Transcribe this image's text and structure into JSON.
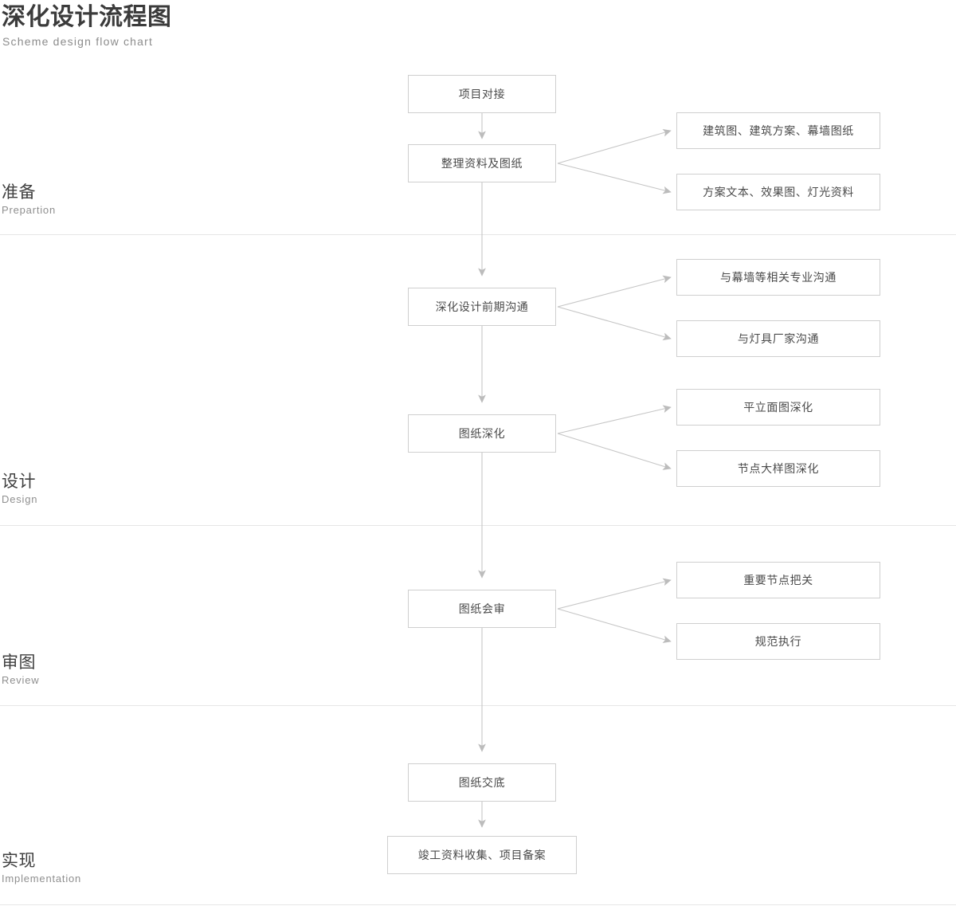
{
  "header": {
    "title": "深化设计流程图",
    "subtitle": "Scheme design flow chart"
  },
  "stages": [
    {
      "zh": "准备",
      "en": "Prepartion"
    },
    {
      "zh": "设计",
      "en": "Design"
    },
    {
      "zh": "审图",
      "en": "Review"
    },
    {
      "zh": "实现",
      "en": "Implementation"
    }
  ],
  "main_nodes": [
    {
      "label": "项目对接"
    },
    {
      "label": "整理资料及图纸"
    },
    {
      "label": "深化设计前期沟通"
    },
    {
      "label": "图纸深化"
    },
    {
      "label": "图纸会审"
    },
    {
      "label": "图纸交底"
    },
    {
      "label": "竣工资料收集、项目备案"
    }
  ],
  "branch_nodes": [
    {
      "label": "建筑图、建筑方案、幕墙图纸"
    },
    {
      "label": "方案文本、效果图、灯光资料"
    },
    {
      "label": "与幕墙等相关专业沟通"
    },
    {
      "label": "与灯具厂家沟通"
    },
    {
      "label": "平立面图深化"
    },
    {
      "label": "节点大样图深化"
    },
    {
      "label": "重要节点把关"
    },
    {
      "label": "规范执行"
    }
  ],
  "colors": {
    "box_border": "#cfcfcf",
    "connector": "#c6c6c6",
    "divider": "#e6e6e6",
    "text_primary": "#3b3b3b",
    "text_secondary": "#8c8c8c",
    "node_text": "#4a4a4a",
    "background": "#ffffff"
  },
  "chart_data": {
    "type": "diagram",
    "title": "深化设计流程图",
    "subtitle": "Scheme design flow chart",
    "flow": [
      {
        "stage": "准备",
        "stage_en": "Prepartion",
        "step": "项目对接",
        "branches": []
      },
      {
        "stage": "准备",
        "stage_en": "Prepartion",
        "step": "整理资料及图纸",
        "branches": [
          "建筑图、建筑方案、幕墙图纸",
          "方案文本、效果图、灯光资料"
        ]
      },
      {
        "stage": "设计",
        "stage_en": "Design",
        "step": "深化设计前期沟通",
        "branches": [
          "与幕墙等相关专业沟通",
          "与灯具厂家沟通"
        ]
      },
      {
        "stage": "设计",
        "stage_en": "Design",
        "step": "图纸深化",
        "branches": [
          "平立面图深化",
          "节点大样图深化"
        ]
      },
      {
        "stage": "审图",
        "stage_en": "Review",
        "step": "图纸会审",
        "branches": [
          "重要节点把关",
          "规范执行"
        ]
      },
      {
        "stage": "实现",
        "stage_en": "Implementation",
        "step": "图纸交底",
        "branches": []
      },
      {
        "stage": "实现",
        "stage_en": "Implementation",
        "step": "竣工资料收集、项目备案",
        "branches": []
      }
    ]
  }
}
